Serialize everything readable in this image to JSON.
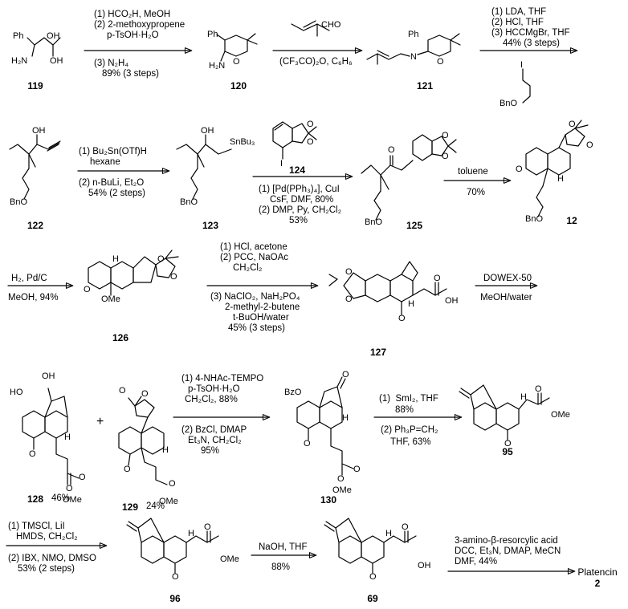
{
  "compounds": {
    "c119": "119",
    "c120": "120",
    "c121": "121",
    "c122": "122",
    "c123": "123",
    "c124": "124",
    "c125": "125",
    "c12": "12",
    "c126": "126",
    "c127": "127",
    "c128": "128",
    "c128_yield": "46%",
    "c129": "129",
    "c129_yield": "24%",
    "c130": "130",
    "c95": "95",
    "c96": "96",
    "c69": "69",
    "c2": "2"
  },
  "plus": "+",
  "product_name": "Platencin",
  "steps": {
    "s1": {
      "above": [
        "(1) HCO₂H, MeOH",
        "(2) 2-methoxypropene",
        "p-TsOH·H₂O"
      ],
      "below": [
        "(3) N₂H₄",
        "89% (3 steps)"
      ]
    },
    "s2": {
      "below": [
        "(CF₃CO)₂O, C₆H₆"
      ]
    },
    "s3": {
      "above": [
        "(1) LDA, THF",
        "(2) HCl, THF",
        "(3) HCCMgBr, THF",
        "44% (3 steps)"
      ]
    },
    "s4": {
      "above": [
        "(1) Bu₂Sn(OTf)H",
        "hexane"
      ],
      "below": [
        "(2) n-BuLi, Et₂O",
        "54% (2 steps)"
      ]
    },
    "s5": {
      "below": [
        "(1) [Pd(PPh₃)₄], CuI",
        "CsF, DMF, 80%",
        "(2) DMP, Py, CH₂Cl₂",
        "53%"
      ]
    },
    "s6": {
      "above": [
        "toluene"
      ],
      "below": [
        "70%"
      ]
    },
    "s7": {
      "above": [
        "H₂, Pd/C"
      ],
      "below": [
        "MeOH, 94%"
      ]
    },
    "s8": {
      "above": [
        "(1) HCl, acetone",
        "(2) PCC, NaOAc",
        "CH₂Cl₂"
      ],
      "below": [
        "(3) NaClO₂, NaH₂PO₄",
        "2-methyl-2-butene",
        "t-BuOH/water",
        "45% (3 steps)"
      ]
    },
    "s9": {
      "above": [
        "DOWEX-50"
      ],
      "below": [
        "MeOH/water"
      ]
    },
    "s10": {
      "above": [
        "(1) 4-NHAc-TEMPO",
        "p-TsOH·H₂O",
        "CH₂Cl₂, 88%"
      ],
      "below": [
        "(2) BzCl, DMAP",
        "Et₃N, CH₂Cl₂",
        "95%"
      ]
    },
    "s11": {
      "above": [
        "(1)  SmI₂, THF",
        "88%"
      ],
      "below": [
        "(2) Ph₃P=CH₂",
        "THF, 63%"
      ]
    },
    "s12": {
      "above": [
        "(1) TMSCl, LiI",
        "HMDS, CH₂Cl₂"
      ],
      "below": [
        "(2) IBX, NMO, DMSO",
        "53% (2 steps)"
      ]
    },
    "s13": {
      "above": [
        "NaOH, THF"
      ],
      "below": [
        "88%"
      ]
    },
    "s14": {
      "above": [
        "3-amino-β-resorcylic acid",
        "DCC, Et₃N, DMAP, MeCN",
        "DMF, 44%"
      ]
    }
  },
  "atoms": {
    "ph": "Ph",
    "oh": "OH",
    "h2n": "H₂N",
    "o": "O",
    "n": "N",
    "cho": "CHO",
    "i": "I",
    "bno": "BnO",
    "snbu3": "SnBu₃",
    "h": "H",
    "ome": "OMe",
    "ho": "HO",
    "bzo": "BzO"
  }
}
